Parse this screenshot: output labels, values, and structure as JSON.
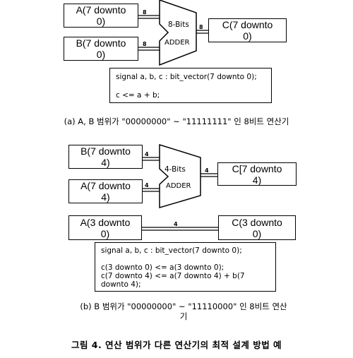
{
  "diagram_a": {
    "input_a": "A(7 downto\n0)",
    "input_b": "B(7 downto\n0)",
    "output_c": "C(7 downto\n0)",
    "adder_bits": "8-Bits",
    "adder_label": "ADDER",
    "bus_width_a": "8",
    "bus_width_b": "8",
    "bus_width_c": "8",
    "code": "signal a, b, c : bit_vector(7 downto 0);\n\nc <= a + b;",
    "caption": "(a) A, B 범위가 \"00000000\" ~ \"11111111\" 인 8비트 연산기"
  },
  "diagram_b": {
    "input_b_high": "B(7 downto\n4)",
    "input_a_high": "A(7 downto\n4)",
    "output_c_high": "C[7 downto\n4)",
    "adder_bits": "4-Bits",
    "adder_label": "ADDER",
    "bus_width_b": "4",
    "bus_width_a": "4",
    "bus_width_c": "4",
    "input_a_low": "A(3 downto\n0)",
    "output_c_low": "C(3 downto\n0)",
    "bus_width_low": "4",
    "code": "signal a, b, c : bit_vector(7 downto 0);\n\nc(3 downto 0) <= a(3 downto 0);\nc(7 downto 4) <= a(7 downto 4) + b(7\ndownto 4);",
    "caption": "(b) B 범위가 \"00000000\" ~ \"11110000\" 인 8비트 연산\n기"
  },
  "figure_title": "그림 4. 연산 범위가 다른 연산기의 최적 설계 방법 예"
}
